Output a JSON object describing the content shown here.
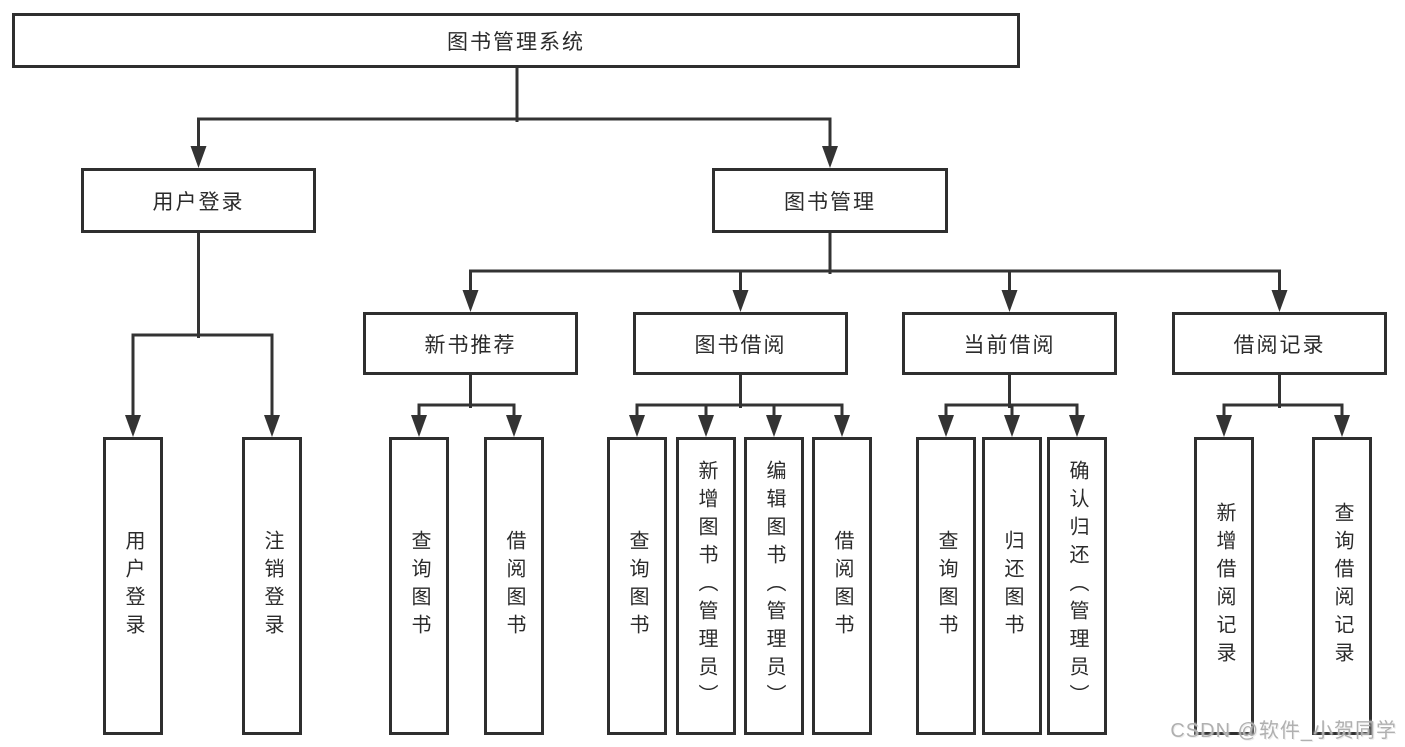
{
  "diagram": {
    "root": {
      "label": "图书管理系统"
    },
    "level2": [
      {
        "label": "用户登录"
      },
      {
        "label": "图书管理"
      }
    ],
    "level3": [
      {
        "label": "新书推荐",
        "parent": "图书管理"
      },
      {
        "label": "图书借阅",
        "parent": "图书管理"
      },
      {
        "label": "当前借阅",
        "parent": "图书管理"
      },
      {
        "label": "借阅记录",
        "parent": "图书管理"
      }
    ],
    "leaves": [
      {
        "label": "用户登录",
        "parent": "用户登录"
      },
      {
        "label": "注销登录",
        "parent": "用户登录"
      },
      {
        "label": "查询图书",
        "parent": "新书推荐"
      },
      {
        "label": "借阅图书",
        "parent": "新书推荐"
      },
      {
        "label": "查询图书",
        "parent": "图书借阅"
      },
      {
        "label": "新增图书（管理员）",
        "parent": "图书借阅"
      },
      {
        "label": "编辑图书（管理员）",
        "parent": "图书借阅"
      },
      {
        "label": "借阅图书",
        "parent": "图书借阅"
      },
      {
        "label": "查询图书",
        "parent": "当前借阅"
      },
      {
        "label": "归还图书",
        "parent": "当前借阅"
      },
      {
        "label": "确认归还（管理员）",
        "parent": "当前借阅"
      },
      {
        "label": "新增借阅记录",
        "parent": "借阅记录"
      },
      {
        "label": "查询借阅记录",
        "parent": "借阅记录"
      }
    ]
  },
  "watermark": {
    "text": "CSDN @软件_小贺同学"
  },
  "colors": {
    "line": "#333333",
    "border": "#2f2f2f",
    "text": "#2b2b2b",
    "background": "#ffffff",
    "watermark": "#b0b0b0"
  }
}
